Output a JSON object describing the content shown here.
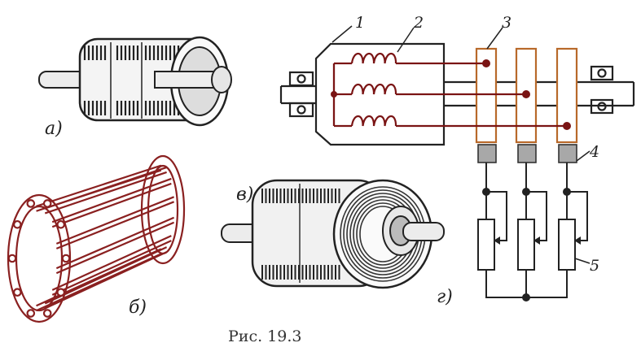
{
  "caption": "Рис. 19.3",
  "panel_labels": {
    "a": "а)",
    "b": "б)",
    "v": "в)",
    "g": "г)"
  },
  "callouts": {
    "n1": "1",
    "n2": "2",
    "n3": "3",
    "n4": "4",
    "n5": "5"
  },
  "colors": {
    "wire": "#7a1414",
    "ring": "#b8692a",
    "brush": "#a8a8a8",
    "ink": "#222222",
    "cage": "#8a2020"
  },
  "icons": [
    "rotor-drum-icon",
    "squirrel-cage-icon",
    "wound-rotor-icon",
    "bearing-icon"
  ]
}
